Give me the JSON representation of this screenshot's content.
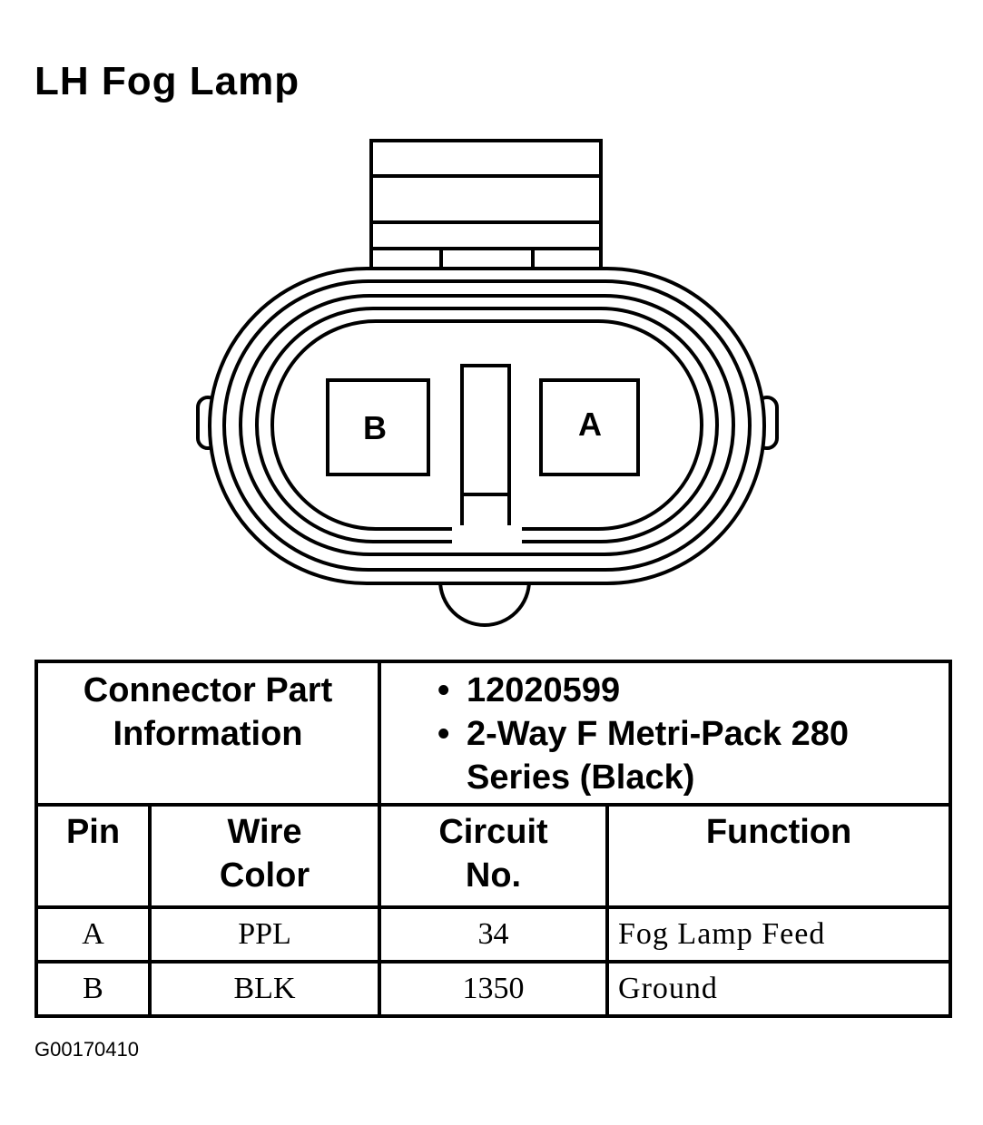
{
  "title": "LH Fog Lamp",
  "connector": {
    "pins": [
      "B",
      "A"
    ]
  },
  "part_info": {
    "label_line1": "Connector Part",
    "label_line2": "Information",
    "bullets": [
      {
        "line1": "12020599"
      },
      {
        "line1": "2-Way F Metri-Pack 280",
        "line2": "Series (Black)"
      }
    ]
  },
  "columns": {
    "pin": "Pin",
    "wire_line1": "Wire",
    "wire_line2": "Color",
    "circuit_line1": "Circuit",
    "circuit_line2": "No.",
    "function": "Function"
  },
  "rows": [
    {
      "pin": "A",
      "color": "PPL",
      "circuit": "34",
      "function": "Fog Lamp Feed"
    },
    {
      "pin": "B",
      "color": "BLK",
      "circuit": "1350",
      "function": "Ground"
    }
  ],
  "figure_id": "G00170410"
}
